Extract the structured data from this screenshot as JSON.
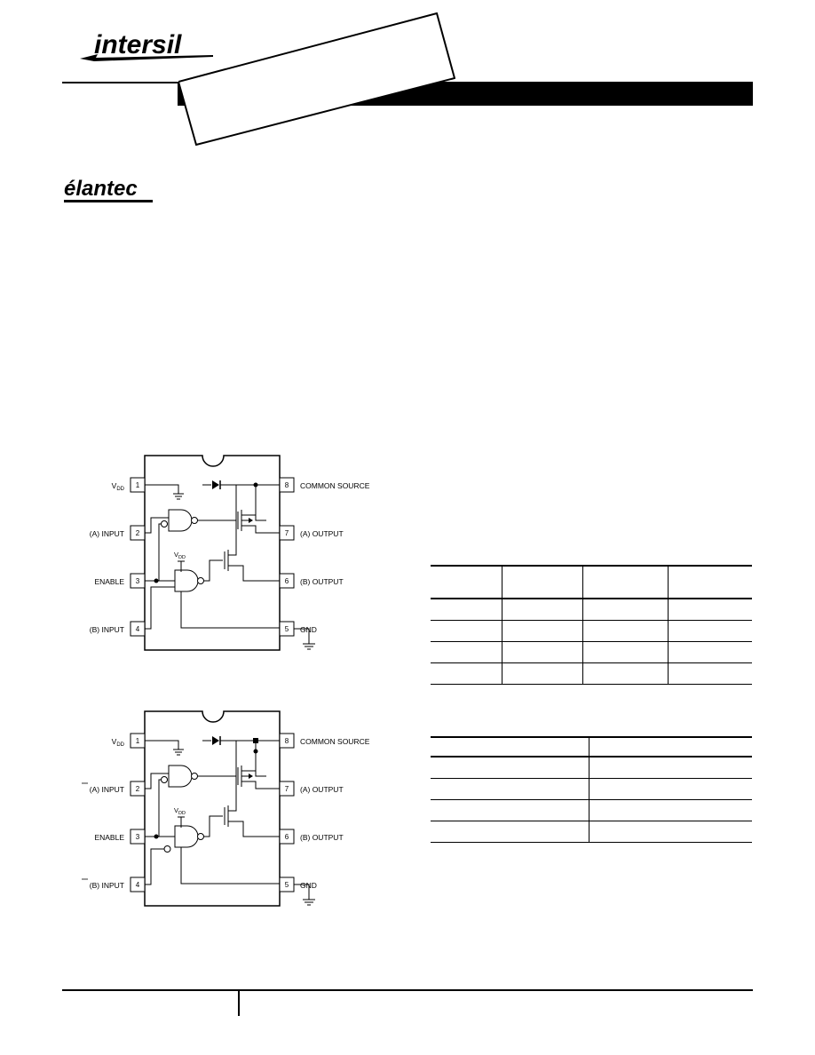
{
  "brand": {
    "intersil_logo": "intersil",
    "elantec_logo": "élantec"
  },
  "packages": [
    {
      "pins": [
        {
          "number": "1",
          "label": "V",
          "sub": "DD"
        },
        {
          "number": "2",
          "label": "(A) INPUT"
        },
        {
          "number": "3",
          "label": "ENABLE"
        },
        {
          "number": "4",
          "label": "(B) INPUT"
        },
        {
          "number": "5",
          "label": "GND"
        },
        {
          "number": "6",
          "label": "(B) OUTPUT"
        },
        {
          "number": "7",
          "label": "(A) OUTPUT"
        },
        {
          "number": "8",
          "label": "COMMON SOURCE"
        }
      ],
      "vdd_label": "V",
      "vdd_sub": "DD"
    },
    {
      "pins": [
        {
          "number": "1",
          "label": "V",
          "sub": "DD"
        },
        {
          "number": "2",
          "label": "(A) INPUT",
          "overline": "A"
        },
        {
          "number": "3",
          "label": "ENABLE"
        },
        {
          "number": "4",
          "label": "(B) INPUT",
          "overline": "B"
        },
        {
          "number": "5",
          "label": "GND"
        },
        {
          "number": "6",
          "label": "(B) OUTPUT"
        },
        {
          "number": "7",
          "label": "(A) OUTPUT"
        },
        {
          "number": "8",
          "label": "COMMON SOURCE"
        }
      ],
      "vdd_label": "V",
      "vdd_sub": "DD"
    }
  ]
}
